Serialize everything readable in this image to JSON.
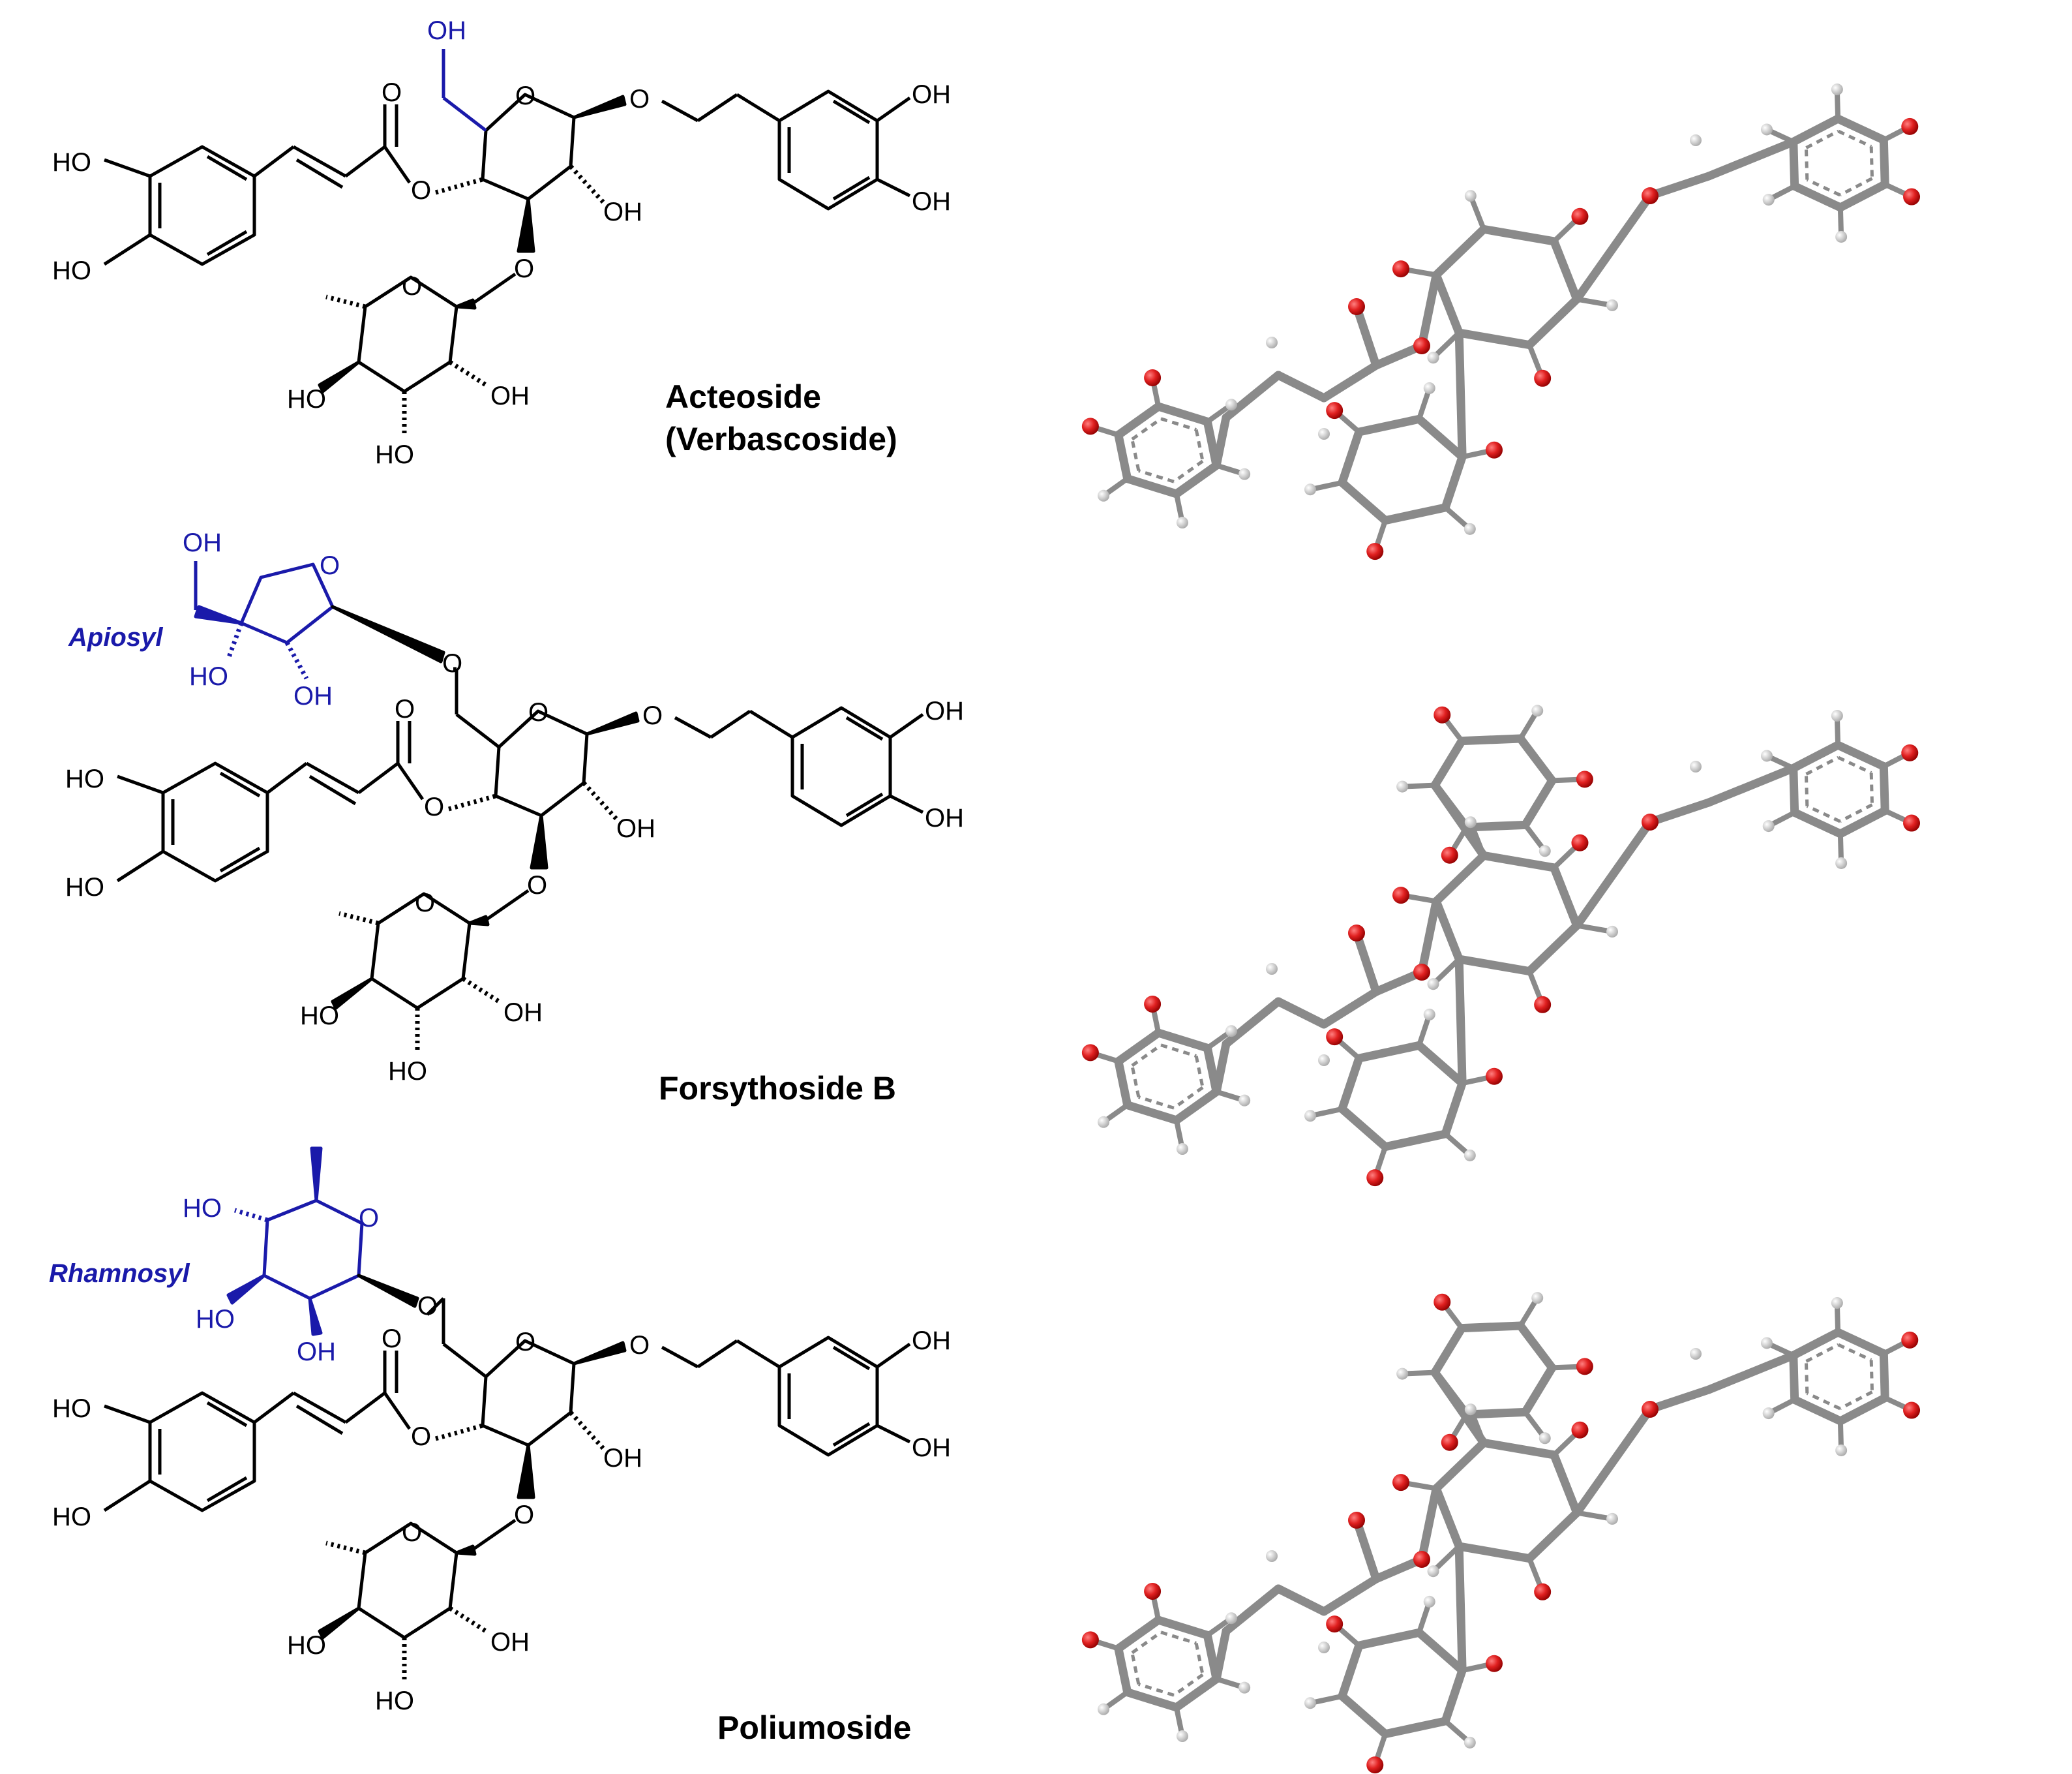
{
  "compounds": [
    {
      "name_line1": "Acteoside",
      "name_line2": "(Verbascoside)",
      "extra_sugar_label": ""
    },
    {
      "name_line1": "Forsythoside B",
      "name_line2": "",
      "extra_sugar_label": "Apiosyl"
    },
    {
      "name_line1": "Poliumoside",
      "name_line2": "",
      "extra_sugar_label": "Rhamnosyl"
    }
  ],
  "atom_labels": {
    "hydroxyl": "OH",
    "hydroxyl_left": "HO",
    "oxygen": "O"
  },
  "colors": {
    "structure": "#000000",
    "highlight_blue": "#1a1aaa",
    "carbon_3d": "#8a8a8a",
    "oxygen_3d": "#e02020",
    "hydrogen_3d": "#d8d8d8"
  }
}
